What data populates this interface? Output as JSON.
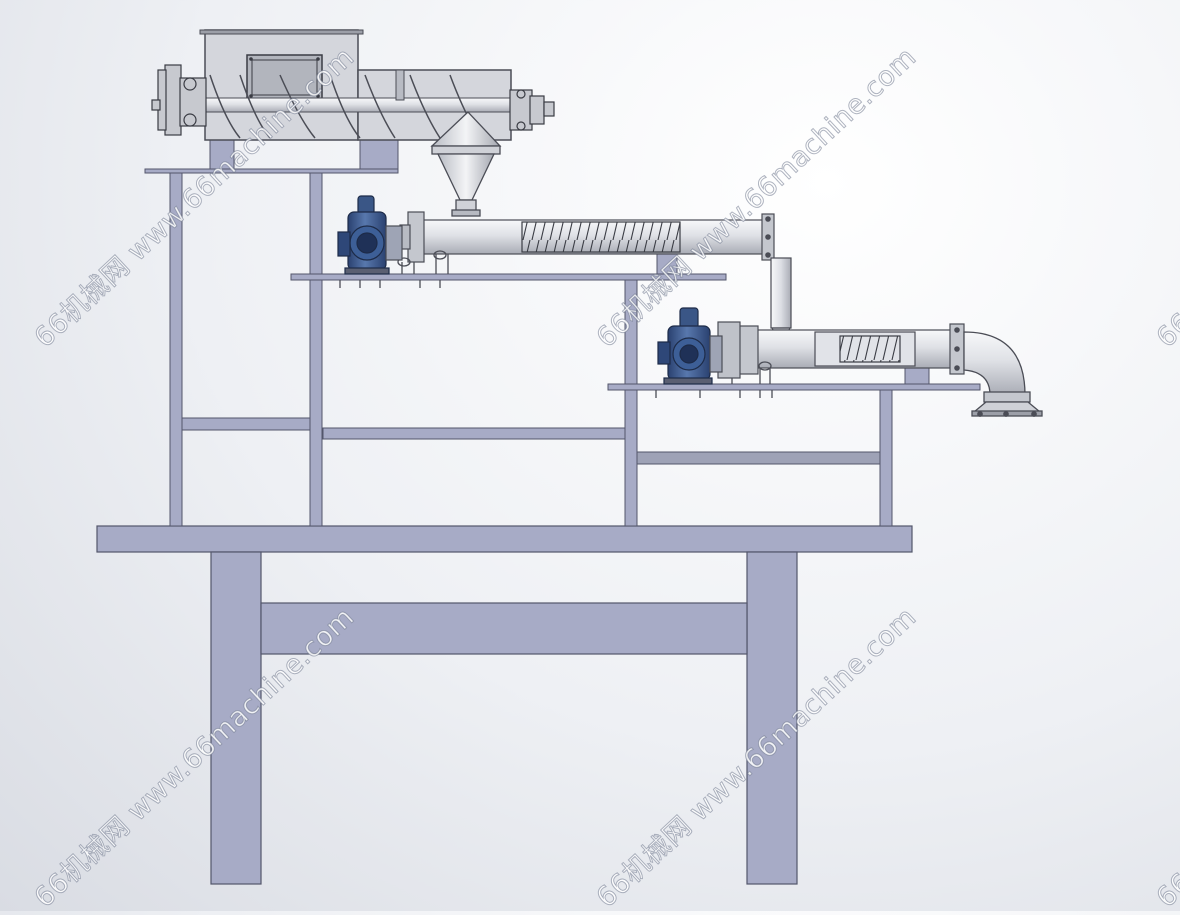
{
  "watermark": {
    "text": "66机械网 www.66machine.com"
  },
  "colors": {
    "frame_fill": "#a7abc6",
    "frame_stroke": "#53566b",
    "steel_fill": "#e2e4e9",
    "steel_stroke": "#5a5c66",
    "motor_blue": "#3d5f97",
    "motor_dark": "#22355a"
  },
  "machine": {
    "components": [
      "base-table",
      "upper-frame",
      "feed-screw-press",
      "discharge-hopper",
      "primary-screw-conveyor",
      "primary-gear-motor",
      "transfer-pipe",
      "secondary-screw-conveyor",
      "secondary-gear-motor",
      "discharge-elbow"
    ]
  }
}
